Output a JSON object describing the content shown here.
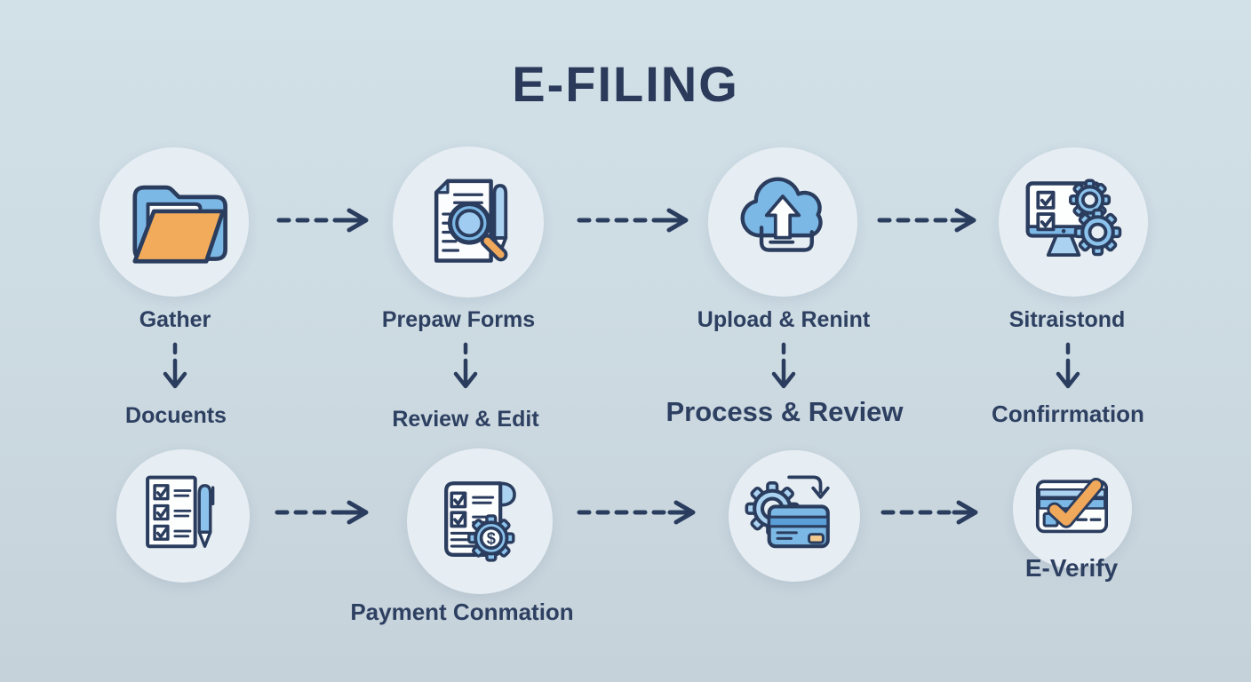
{
  "title": "E-FILING",
  "colors": {
    "background": "#cddbe3",
    "circle": "#e7eef3",
    "navy": "#2b3d5e",
    "blue": "#7cb8e6",
    "blue_light": "#abd3f1",
    "stripe_blue": "#5b9fd8",
    "orange": "#f0a85a"
  },
  "icons": {
    "dollar_symbol": "$"
  },
  "steps": [
    {
      "icon": "folder-icon",
      "label": "Gather",
      "sublabel": "Docuents"
    },
    {
      "icon": "document-search-icon",
      "label": "Prepaw Forms",
      "sublabel": "Review & Edit"
    },
    {
      "icon": "cloud-upload-icon",
      "label": "Upload & Renint",
      "sublabel": "Process & Review"
    },
    {
      "icon": "monitor-gears-icon",
      "label": "Sitraistond",
      "sublabel": "Confirrmation"
    }
  ],
  "bottom_steps": [
    {
      "icon": "checklist-pen-icon"
    },
    {
      "icon": "payment-gear-document-icon",
      "label": "Payment Conmation"
    },
    {
      "icon": "gear-credit-card-icon"
    },
    {
      "icon": "credit-card-check-icon",
      "label": "E-Verify"
    }
  ]
}
